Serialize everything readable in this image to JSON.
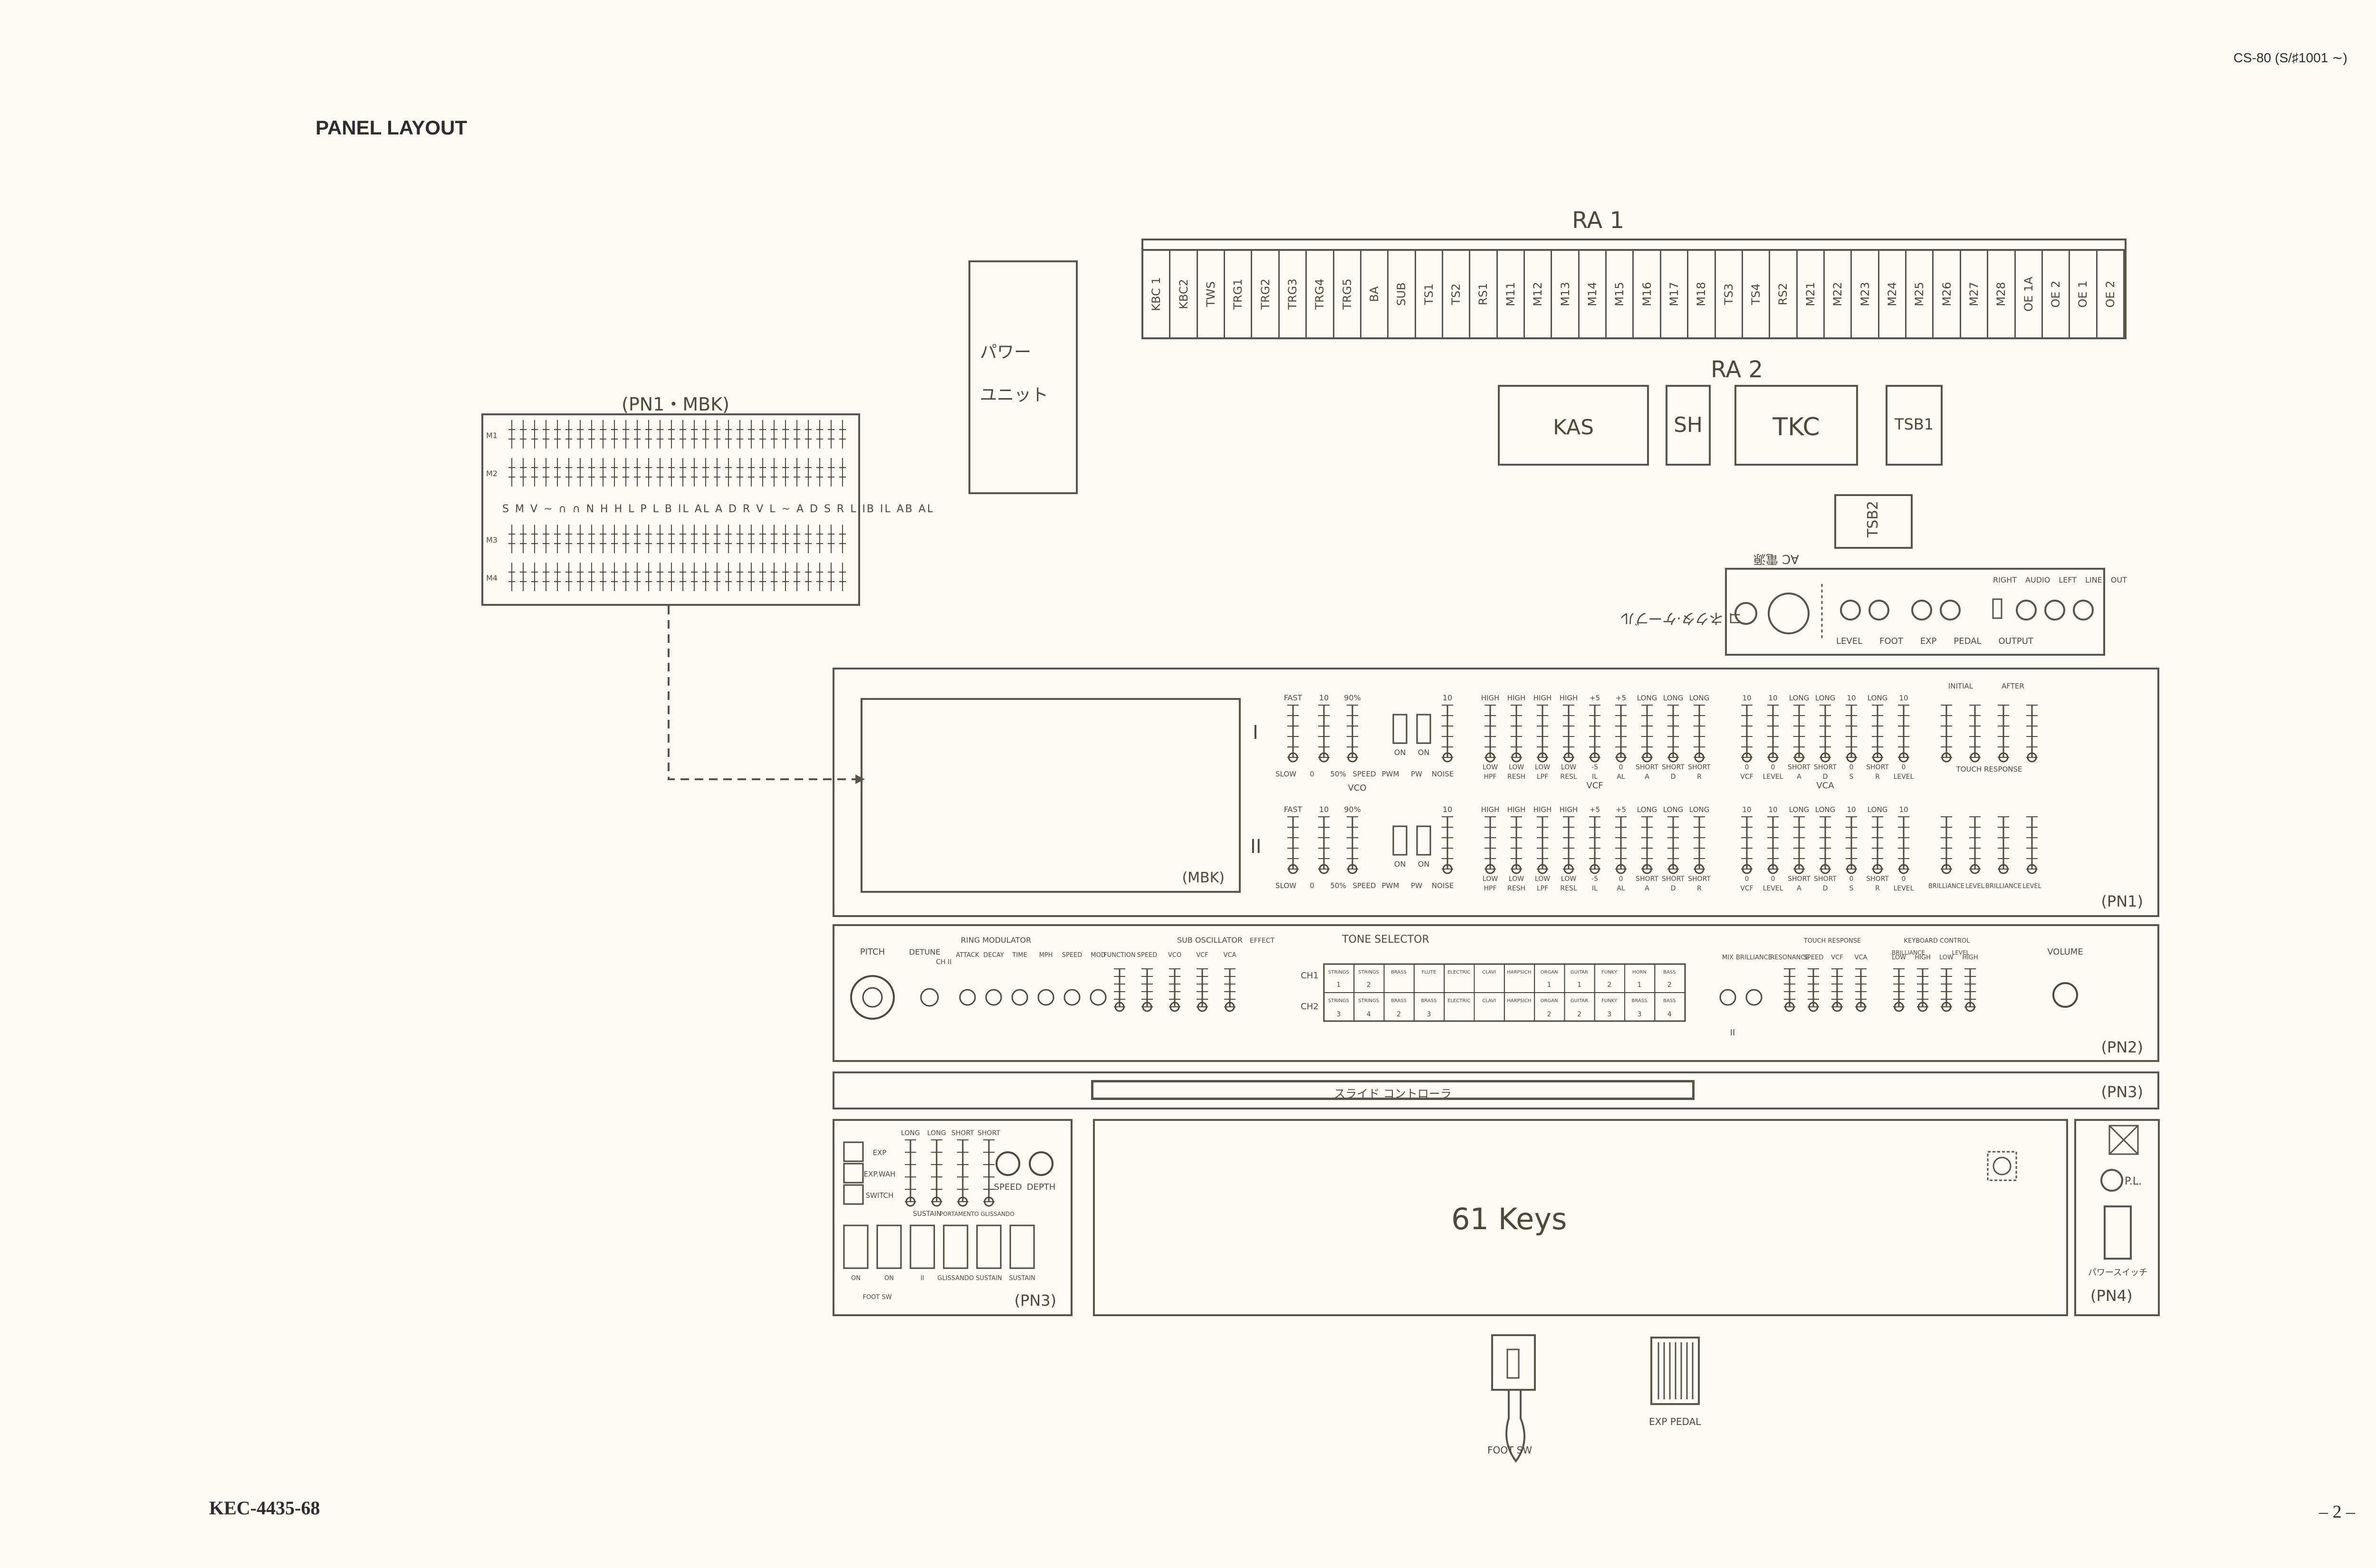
{
  "header": {
    "model": "CS-80 (S/♯1001 ∼)",
    "section_title": "PANEL LAYOUT"
  },
  "footer": {
    "doc_code": "KEC-4435-68",
    "page_number": "– 2 –"
  },
  "ra1": {
    "title": "RA 1",
    "slots": [
      "KBC 1",
      "KBC2",
      "TWS",
      "TRG1",
      "TRG2",
      "TRG3",
      "TRG4",
      "TRG5",
      "BA",
      "SUB",
      "TS1",
      "TS2",
      "RS1",
      "M11",
      "M12",
      "M13",
      "M14",
      "M15",
      "M16",
      "M17",
      "M18",
      "TS3",
      "TS4",
      "RS2",
      "M21",
      "M22",
      "M23",
      "M24",
      "M25",
      "M26",
      "M27",
      "M28",
      "OE 1A",
      "OE 2",
      "OE 1",
      "OE 2"
    ]
  },
  "power_unit": {
    "label_line1": "パワー",
    "label_line2": "ユニット"
  },
  "ra2": {
    "title": "RA 2",
    "boards": [
      "KAS",
      "SH",
      "TKC",
      "TSB1"
    ],
    "tsb2": "TSB2"
  },
  "pn1_mbk": {
    "title": "(PN1・MBK)",
    "row_labels": [
      "M1",
      "M2",
      "M3",
      "M4"
    ],
    "text_row": "S M V ~ ∩ ∩ N H H L P L B IL AL A D R V L ~ A D S R L IB IL AB AL"
  },
  "jack_panel": {
    "connector_label": "コ ネクタ·ケーブル",
    "ac_label": "AC 電源",
    "labels_top": [
      "RIGHT",
      "AUDIO",
      "LEFT",
      "LINE",
      "OUT"
    ],
    "labels_bottom": [
      "LEVEL",
      "FOOT",
      "EXP",
      "PEDAL",
      "OUTPUT"
    ]
  },
  "pn1": {
    "label": "(PN1)",
    "mbk_label": "(MBK)",
    "channel_labels": [
      "I",
      "II"
    ],
    "top_labels_vco": [
      "FAST",
      "10",
      "90%",
      "10"
    ],
    "bottom_labels_vco": [
      "SLOW",
      "0",
      "50%",
      "SPEED",
      "PWM",
      "PW",
      "NOISE"
    ],
    "vco_title": "VCO",
    "switch_labels": [
      "ON",
      "ON"
    ],
    "vcf_top": [
      "HIGH",
      "HIGH",
      "HIGH",
      "HIGH",
      "+5",
      "+5",
      "LONG",
      "LONG",
      "LONG"
    ],
    "vcf_bottom": [
      "LOW",
      "LOW",
      "LOW",
      "LOW",
      "-5",
      "0",
      "SHORT",
      "SHORT",
      "SHORT"
    ],
    "vcf_names": [
      "HPF",
      "RESH",
      "LPF",
      "RESL",
      "IL",
      "AL",
      "A",
      "D",
      "R"
    ],
    "vcf_title": "VCF",
    "vca_top": [
      "10",
      "10",
      "LONG",
      "LONG",
      "10",
      "LONG",
      "10"
    ],
    "vca_bottom": [
      "0",
      "0",
      "SHORT",
      "SHORT",
      "0",
      "SHORT",
      "0"
    ],
    "vca_names": [
      "VCF",
      "LEVEL",
      "A",
      "D",
      "S",
      "R",
      "LEVEL"
    ],
    "vca_title": "VCA",
    "touch_labels": [
      "INITIAL",
      "AFTER"
    ],
    "touch_bottom": [
      "BRILLIANCE",
      "LEVEL",
      "BRILLIANCE",
      "LEVEL"
    ],
    "touch_title": "TOUCH RESPONSE"
  },
  "pn2": {
    "label": "(PN2)",
    "controls": [
      "PITCH",
      "DETUNE",
      "CH II"
    ],
    "ring_mod_title": "RING MODULATOR",
    "ring_mod": [
      "ATTACK",
      "DECAY",
      "TIME",
      "MPH",
      "SPEED",
      "MOD"
    ],
    "sub_osc_title": "SUB OSCILLATOR",
    "sub_osc": [
      "FUNCTION",
      "SPEED",
      "VCO",
      "VCF",
      "VCA"
    ],
    "effect_title": "EFFECT",
    "tone_selector_title": "TONE SELECTOR",
    "ch1": "CH1",
    "ch2": "CH2",
    "tone_row1": [
      "STRINGS",
      "STRINGS",
      "BRASS",
      "FLUTE",
      "ELECTRIC PIANO",
      "CLAVI",
      "HARPSICHORD",
      "ORGAN",
      "GUITAR",
      "FUNKY",
      "HORN",
      "BASS"
    ],
    "tone_row2": [
      "STRINGS",
      "STRINGS",
      "BRASS",
      "BRASS",
      "ELECTRIC BASS",
      "CLAVI",
      "HARPSICHORD",
      "ORGAN",
      "GUITAR",
      "FUNKY",
      "BRASS",
      "BASS"
    ],
    "tone_nums1": [
      "1",
      "2",
      "",
      "",
      "",
      "",
      "",
      "1",
      "1",
      "2",
      "1",
      "2"
    ],
    "tone_nums2": [
      "3",
      "4",
      "2",
      "3",
      "",
      "",
      "",
      "2",
      "2",
      "3",
      "3",
      "4"
    ],
    "right_controls": [
      "MIX",
      "BRILLIANCE",
      "RESONANCE",
      "SPEED",
      "VCF",
      "VCA",
      "LOW",
      "HIGH",
      "LOW",
      "HIGH"
    ],
    "right_titles": [
      "TOUCH RESPONSE",
      "KEYBOARD CONTROL",
      "BRILLIANCE",
      "LEVEL",
      "VOLUME"
    ],
    "ii_label": "II"
  },
  "pn3_strip": {
    "ribbon_label": "スライド コントローラ",
    "label": "(PN3)"
  },
  "pn3": {
    "label": "(PN3)",
    "buttons": [
      "EXP",
      "EXP.WAH",
      "SWITCH"
    ],
    "sliders": [
      "LONG",
      "LONG",
      "SHORT",
      "SHORT"
    ],
    "slider_labels": [
      "SUSTAIN",
      "PORTAMENTO GLISSANDO"
    ],
    "knobs": [
      "SPEED",
      "DEPTH"
    ],
    "switch_labels": [
      "ON",
      "ON",
      "II",
      "GLISSANDO",
      "SUSTAIN",
      "SUSTAIN"
    ],
    "foot_sw": "FOOT SW"
  },
  "keyboard": {
    "label": "61 Keys"
  },
  "pn4": {
    "label": "(PN4)",
    "pl": "P.L.",
    "power": "パワースイッチ"
  },
  "pedals": {
    "foot_sw": "FOOT SW",
    "exp_pedal": "EXP PEDAL"
  },
  "colors": {
    "ink": "#4a4a3c",
    "paper": "#fbfaf3"
  }
}
